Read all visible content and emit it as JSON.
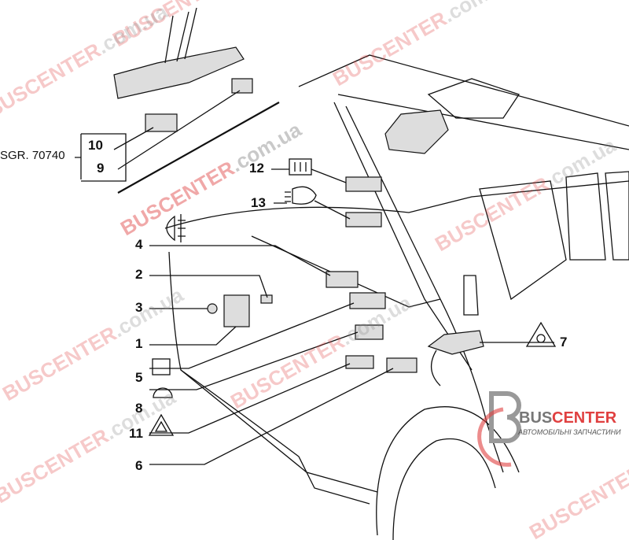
{
  "reference": "SGR. 70740",
  "callouts": {
    "n1": "1",
    "n2": "2",
    "n3": "3",
    "n4": "4",
    "n5": "5",
    "n6": "6",
    "n7": "7",
    "n8": "8",
    "n9": "9",
    "n10": "10",
    "n11": "11",
    "n12": "12",
    "n13": "13"
  },
  "watermark": {
    "brand": "BUSCENTER",
    "domain": ".com.ua"
  },
  "logo": {
    "bus": "BUS",
    "center": "CENTER",
    "tagline": "АВТОМОБІЛЬНІ ЗАПЧАСТИНИ"
  },
  "colors": {
    "accent": "#e04040",
    "ink": "#111111"
  }
}
